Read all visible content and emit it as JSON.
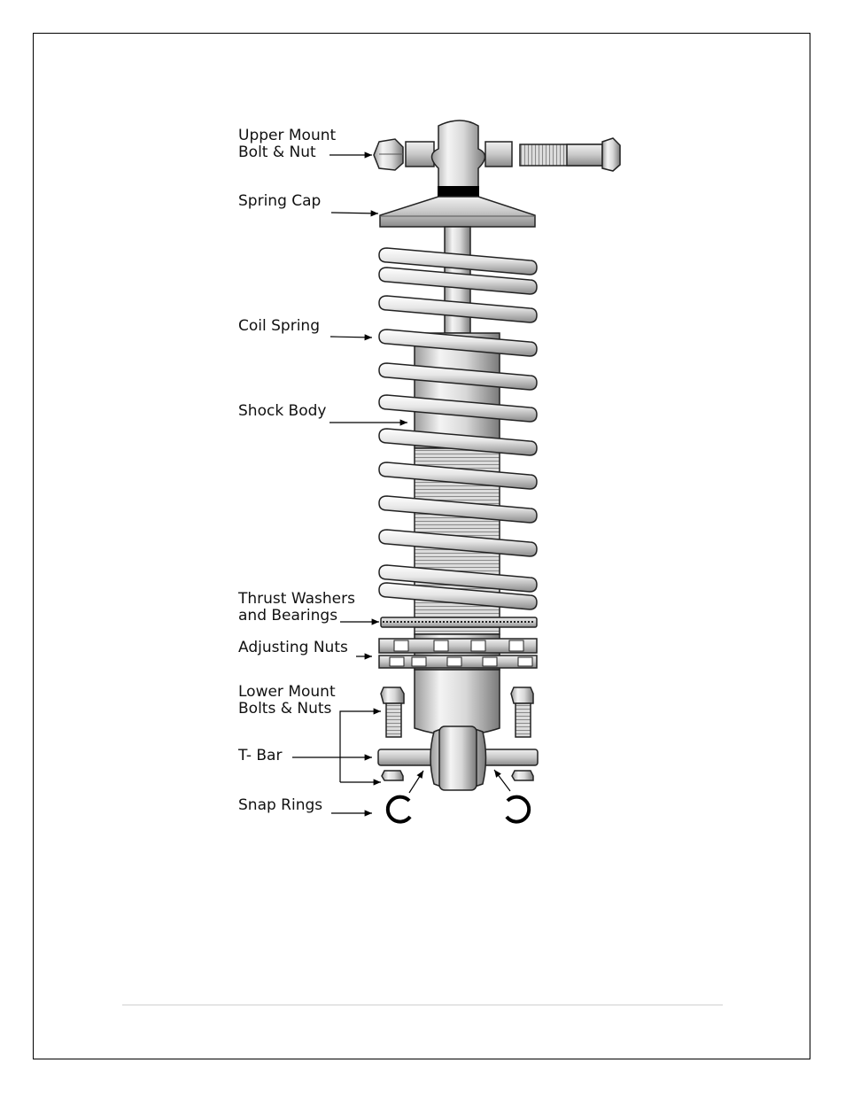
{
  "labels": {
    "upper_mount_1": "Upper Mount",
    "upper_mount_2": "Bolt & Nut",
    "spring_cap": "Spring Cap",
    "coil_spring": "Coil Spring",
    "shock_body": "Shock Body",
    "thrust_1": "Thrust Washers",
    "thrust_2": "and Bearings",
    "adjusting_nuts": "Adjusting Nuts",
    "lower_mount_1": "Lower Mount",
    "lower_mount_2": "Bolts & Nuts",
    "t_bar": "T- Bar",
    "snap_rings": "Snap Rings"
  }
}
